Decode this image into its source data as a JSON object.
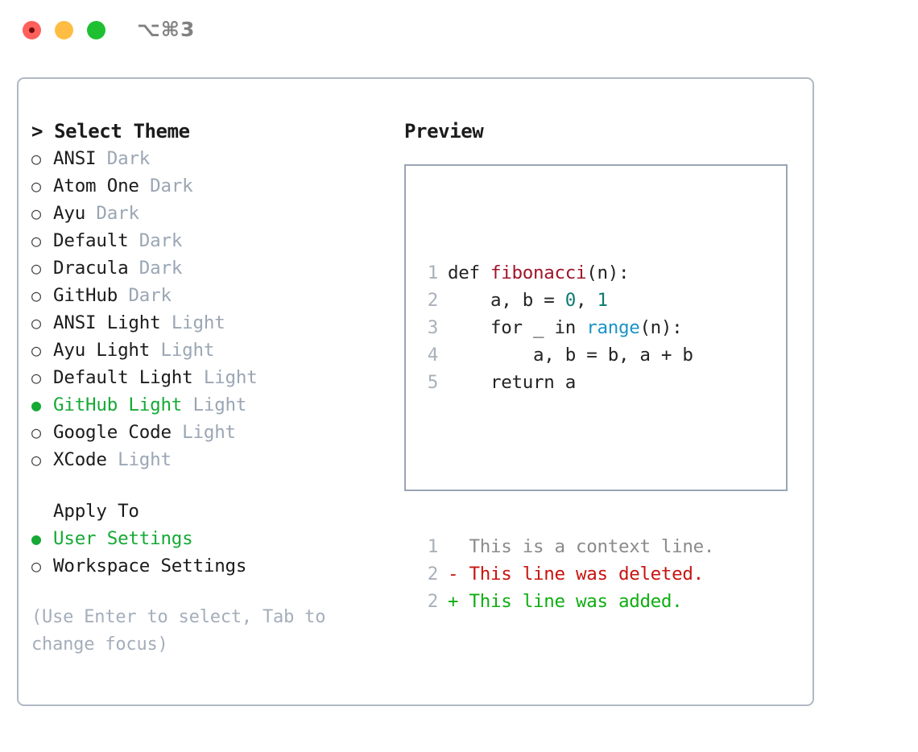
{
  "titlebar": {
    "shortcut": "⌥⌘3",
    "dots": [
      {
        "name": "close",
        "color": "#ff605c"
      },
      {
        "name": "minimize",
        "color": "#ffbd44"
      },
      {
        "name": "maximize",
        "color": "#1ec032"
      }
    ]
  },
  "left": {
    "header": "> Select Theme",
    "themes": [
      {
        "bullet": "○",
        "name": "ANSI",
        "kind": "Dark",
        "selected": false
      },
      {
        "bullet": "○",
        "name": "Atom One",
        "kind": "Dark",
        "selected": false
      },
      {
        "bullet": "○",
        "name": "Ayu",
        "kind": "Dark",
        "selected": false
      },
      {
        "bullet": "○",
        "name": "Default",
        "kind": "Dark",
        "selected": false
      },
      {
        "bullet": "○",
        "name": "Dracula",
        "kind": "Dark",
        "selected": false
      },
      {
        "bullet": "○",
        "name": "GitHub",
        "kind": "Dark",
        "selected": false
      },
      {
        "bullet": "○",
        "name": "ANSI Light",
        "kind": "Light",
        "selected": false
      },
      {
        "bullet": "○",
        "name": "Ayu Light",
        "kind": "Light",
        "selected": false
      },
      {
        "bullet": "○",
        "name": "Default Light",
        "kind": "Light",
        "selected": false
      },
      {
        "bullet": "●",
        "name": "GitHub Light",
        "kind": "Light",
        "selected": true
      },
      {
        "bullet": "○",
        "name": "Google Code",
        "kind": "Light",
        "selected": false
      },
      {
        "bullet": "○",
        "name": "XCode",
        "kind": "Light",
        "selected": false
      }
    ],
    "apply_to_title": "Apply To",
    "apply_to": [
      {
        "bullet": "●",
        "name": "User Settings",
        "selected": true
      },
      {
        "bullet": "○",
        "name": "Workspace Settings",
        "selected": false
      }
    ],
    "hint": "(Use Enter to select, Tab to change focus)"
  },
  "right": {
    "preview_label": "Preview",
    "code_lines": [
      {
        "n": "1",
        "tokens": [
          {
            "t": "def ",
            "c": "plain"
          },
          {
            "t": "fibonacci",
            "c": "func"
          },
          {
            "t": "(n):",
            "c": "plain"
          }
        ]
      },
      {
        "n": "2",
        "tokens": [
          {
            "t": "    a, b = ",
            "c": "plain"
          },
          {
            "t": "0",
            "c": "num"
          },
          {
            "t": ", ",
            "c": "plain"
          },
          {
            "t": "1",
            "c": "num"
          }
        ]
      },
      {
        "n": "3",
        "tokens": [
          {
            "t": "    for _ in ",
            "c": "plain"
          },
          {
            "t": "range",
            "c": "builtin"
          },
          {
            "t": "(n):",
            "c": "plain"
          }
        ]
      },
      {
        "n": "4",
        "tokens": [
          {
            "t": "        a, b = b, a + b",
            "c": "plain"
          }
        ]
      },
      {
        "n": "5",
        "tokens": [
          {
            "t": "    return a",
            "c": "plain"
          }
        ]
      }
    ],
    "diff_lines": [
      {
        "n": "1",
        "marker": "  ",
        "text": "This is a context line.",
        "kind": "ctx"
      },
      {
        "n": "2",
        "marker": "- ",
        "text": "This line was deleted.",
        "kind": "del"
      },
      {
        "n": "2",
        "marker": "+ ",
        "text": "This line was added.",
        "kind": "add"
      }
    ]
  },
  "colors": {
    "accent_green": "#15a935",
    "muted": "#9aa6b4",
    "border": "#b0b8c4",
    "preview_border": "#9aa5b4",
    "func_red": "#a0142a",
    "builtin_blue": "#1a93c6",
    "number_teal": "#0b7b70",
    "diff_delete": "#c8140f",
    "diff_add": "#10ad12",
    "diff_context": "#8b8b8b"
  }
}
